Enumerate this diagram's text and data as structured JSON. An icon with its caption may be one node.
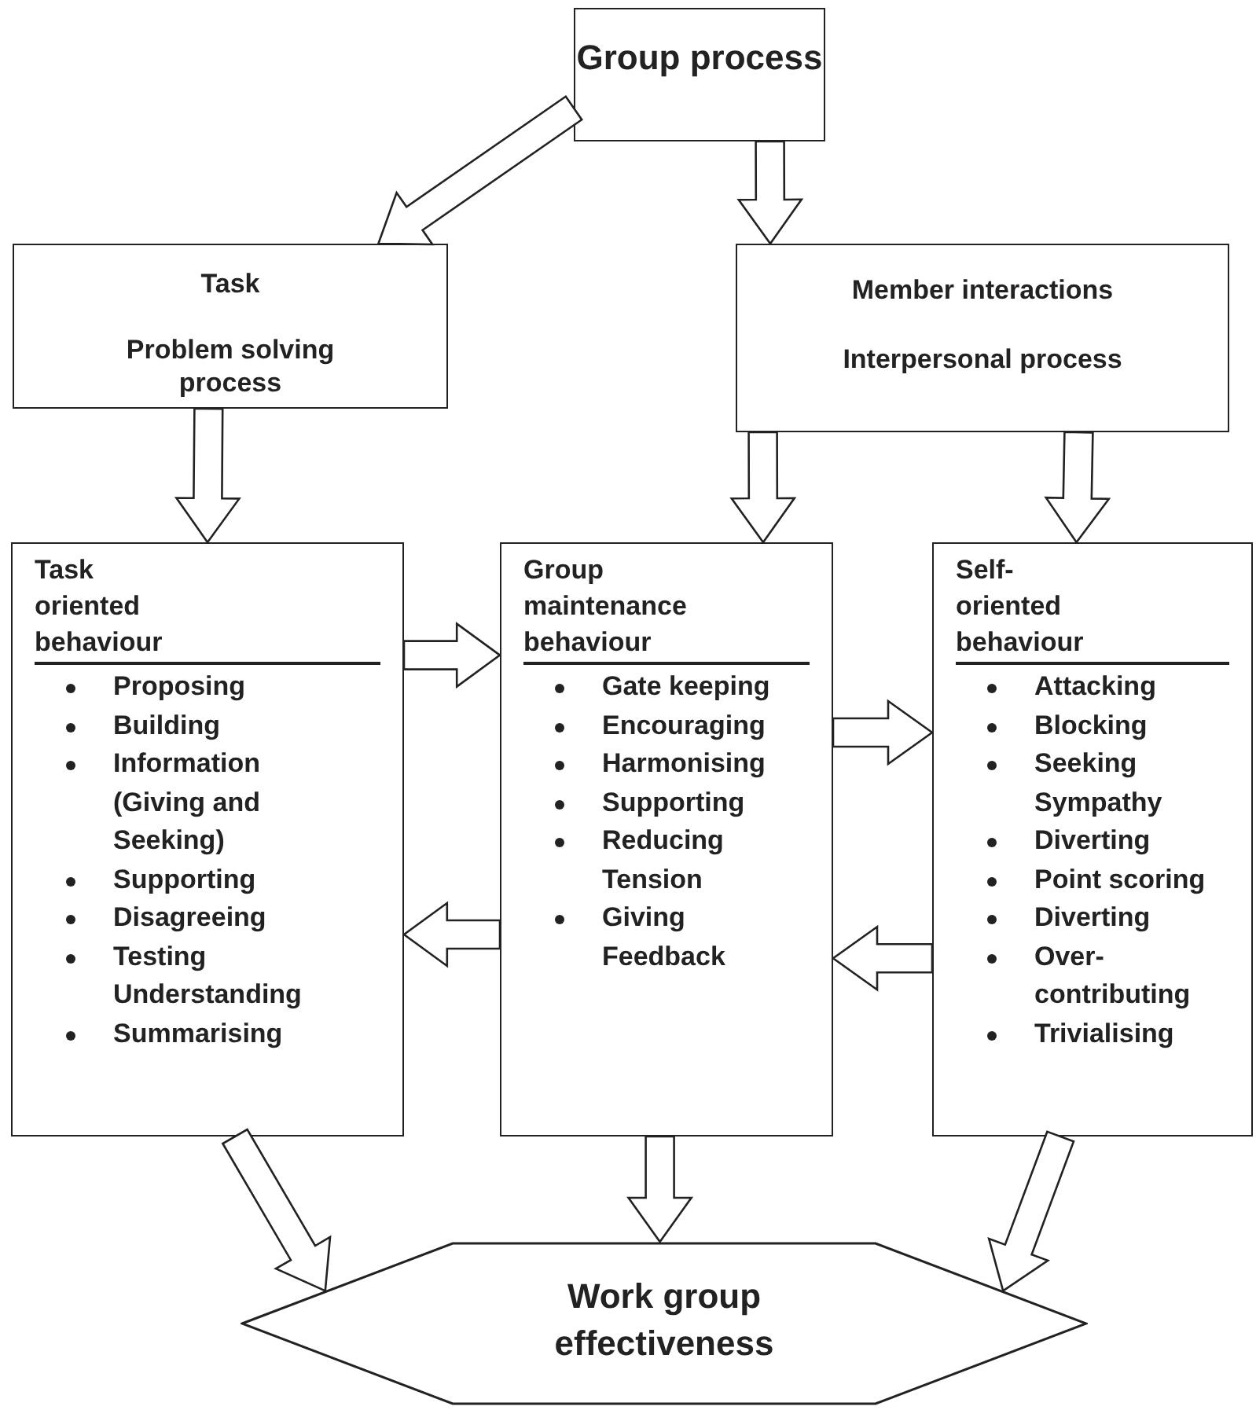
{
  "diagram": {
    "nodes": [
      {
        "text": [
          "Group process"
        ]
      },
      {
        "text": [
          "Task",
          "Problem solving process"
        ]
      },
      {
        "text": [
          "Member interactions",
          "Interpersonal process"
        ]
      },
      {
        "text": [
          "Task oriented behaviour",
          "Proposing",
          "Building",
          "Information (Giving and Seeking)",
          "Supporting",
          "Disagreeing",
          "Testing Understanding",
          "Summarising"
        ]
      },
      {
        "text": [
          "Group maintenance behaviour",
          "Gate keeping",
          "Encouraging",
          "Harmonising",
          "Supporting",
          "Reducing Tension",
          "Giving Feedback"
        ]
      },
      {
        "text": [
          "Self- oriented behaviour",
          "Attacking",
          "Blocking",
          "Seeking Sympathy",
          "Diverting",
          "Point scoring",
          "Diverting",
          "Over- contributing",
          "Trivialising"
        ]
      },
      {
        "text": [
          "Work group effectiveness"
        ]
      }
    ],
    "edges": [
      {
        "from": 0,
        "to": 1,
        "arrow": "to"
      },
      {
        "from": 0,
        "to": 2,
        "arrow": "to"
      },
      {
        "from": 1,
        "to": 3,
        "arrow": "to"
      },
      {
        "from": 2,
        "to": 4,
        "arrow": "to"
      },
      {
        "from": 2,
        "to": 5,
        "arrow": "to"
      },
      {
        "from": 3,
        "to": 4,
        "arrow": "to"
      },
      {
        "from": 4,
        "to": 5,
        "arrow": "to"
      },
      {
        "from": 5,
        "to": 4,
        "arrow": "to"
      },
      {
        "from": 4,
        "to": 3,
        "arrow": "to"
      },
      {
        "from": 3,
        "to": 6,
        "arrow": "to"
      },
      {
        "from": 4,
        "to": 6,
        "arrow": "to"
      },
      {
        "from": 5,
        "to": 6,
        "arrow": "to"
      }
    ]
  }
}
